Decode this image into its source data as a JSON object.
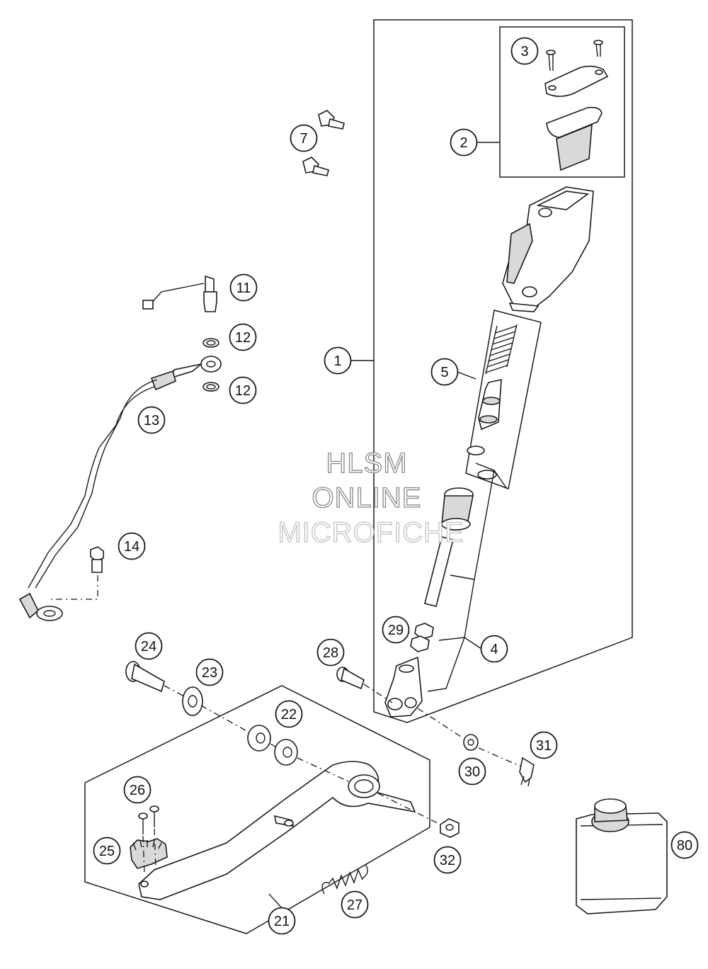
{
  "watermark": {
    "line1": "HLSM",
    "line2": "ONLINE",
    "line3": "MICROFICHE"
  },
  "callouts": [
    "1",
    "2",
    "3",
    "4",
    "5",
    "7",
    "11",
    "12",
    "12",
    "13",
    "14",
    "21",
    "22",
    "23",
    "24",
    "25",
    "26",
    "27",
    "28",
    "29",
    "30",
    "31",
    "32",
    "80"
  ],
  "colors": {
    "line": "#1a1a1a",
    "part_fill": "#ffffff",
    "shade": "#d9d9d9",
    "watermark_outline": "#8a8a8a"
  }
}
